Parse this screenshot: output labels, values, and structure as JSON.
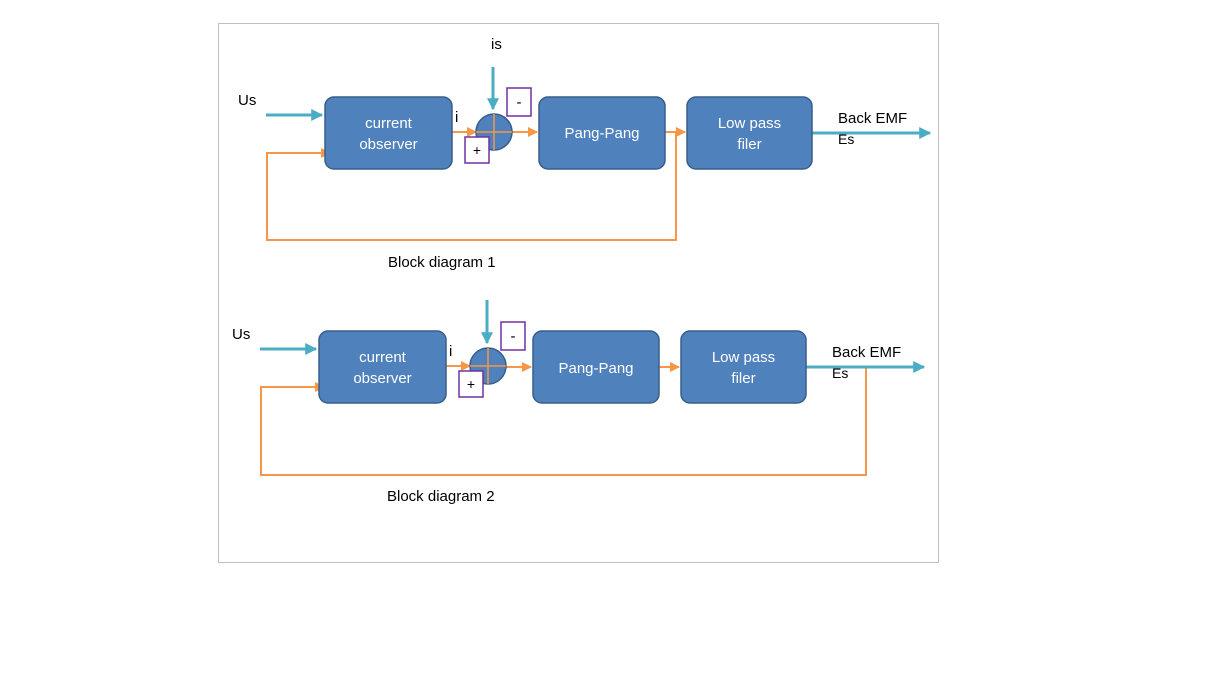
{
  "colors": {
    "block_fill": "#4f81bd",
    "block_stroke": "#385d8a",
    "signal_arrow": "#4bacc6",
    "feedback_line": "#f79646",
    "sign_box": "#7030a0"
  },
  "diagram1": {
    "input_label": "Us",
    "reference_label": "is",
    "observer_line1": "current",
    "observer_line2": "observer",
    "current_label": "i",
    "minus_sign": "-",
    "plus_sign": "+",
    "controller_label": "Pang-Pang",
    "filter_line1": "Low pass",
    "filter_line2": "filer",
    "output_line1": "Back EMF",
    "output_line2": "Es",
    "caption": "Block diagram 1"
  },
  "diagram2": {
    "input_label": "Us",
    "observer_line1": "current",
    "observer_line2": "observer",
    "current_label": "i",
    "minus_sign": "-",
    "plus_sign": "+",
    "controller_label": "Pang-Pang",
    "filter_line1": "Low pass",
    "filter_line2": "filer",
    "output_line1": "Back EMF",
    "output_line2": "Es",
    "caption": "Block diagram 2"
  }
}
